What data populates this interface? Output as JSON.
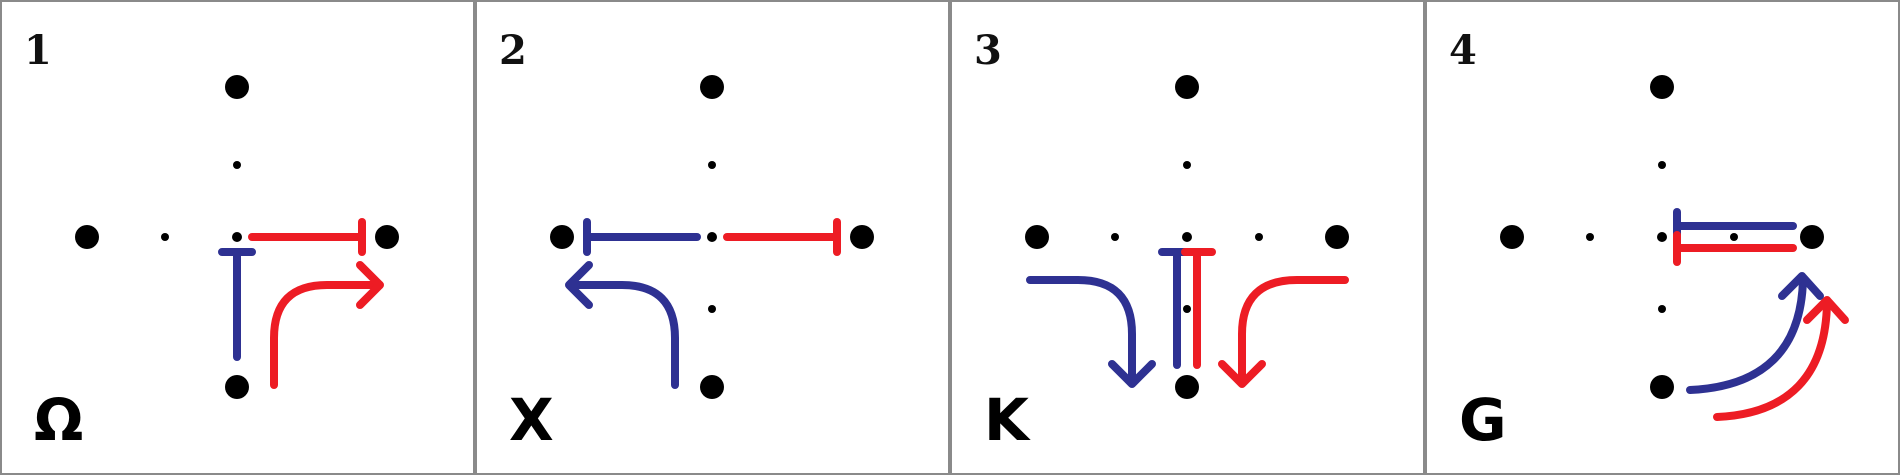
{
  "colors": {
    "blue": "#2e3192",
    "red": "#ed1c24",
    "dot": "#000000",
    "border": "#8a8a8a"
  },
  "panels": [
    {
      "number": "1",
      "letter": "Ω"
    },
    {
      "number": "2",
      "letter": "X"
    },
    {
      "number": "3",
      "letter": "K"
    },
    {
      "number": "4",
      "letter": "G"
    }
  ]
}
